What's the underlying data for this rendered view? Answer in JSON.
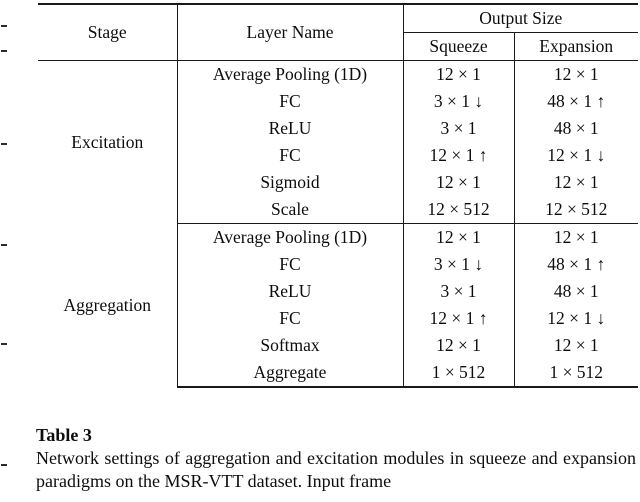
{
  "table": {
    "headers": {
      "stage": "Stage",
      "layer_name": "Layer Name",
      "output_size": "Output Size",
      "squeeze": "Squeeze",
      "expansion": "Expansion"
    },
    "sections": [
      {
        "stage": "Excitation",
        "rows": [
          {
            "layer": "Average Pooling (1D)",
            "squeeze": "12 × 1",
            "expansion": "12 × 1"
          },
          {
            "layer": "FC",
            "squeeze": "3 × 1 ↓",
            "expansion": "48 × 1 ↑"
          },
          {
            "layer": "ReLU",
            "squeeze": "3 × 1",
            "expansion": "48 × 1"
          },
          {
            "layer": "FC",
            "squeeze": "12 × 1 ↑",
            "expansion": "12 × 1 ↓"
          },
          {
            "layer": "Sigmoid",
            "squeeze": "12 × 1",
            "expansion": "12 × 1"
          },
          {
            "layer": "Scale",
            "squeeze": "12 × 512",
            "expansion": "12 × 512"
          }
        ]
      },
      {
        "stage": "Aggregation",
        "rows": [
          {
            "layer": "Average Pooling (1D)",
            "squeeze": "12 × 1",
            "expansion": "12 × 1"
          },
          {
            "layer": "FC",
            "squeeze": "3 × 1 ↓",
            "expansion": "48 × 1 ↑"
          },
          {
            "layer": "ReLU",
            "squeeze": "3 × 1",
            "expansion": "48 × 1"
          },
          {
            "layer": "FC",
            "squeeze": "12 × 1 ↑",
            "expansion": "12 × 1 ↓"
          },
          {
            "layer": "Softmax",
            "squeeze": "12 × 1",
            "expansion": "12 × 1"
          },
          {
            "layer": "Aggregate",
            "squeeze": "1 × 512",
            "expansion": "1 × 512"
          }
        ]
      }
    ]
  },
  "caption": {
    "title": "Table 3",
    "body": "Network settings of aggregation and excitation modules in squeeze and expansion paradigms on the MSR-VTT dataset. Input frame"
  }
}
